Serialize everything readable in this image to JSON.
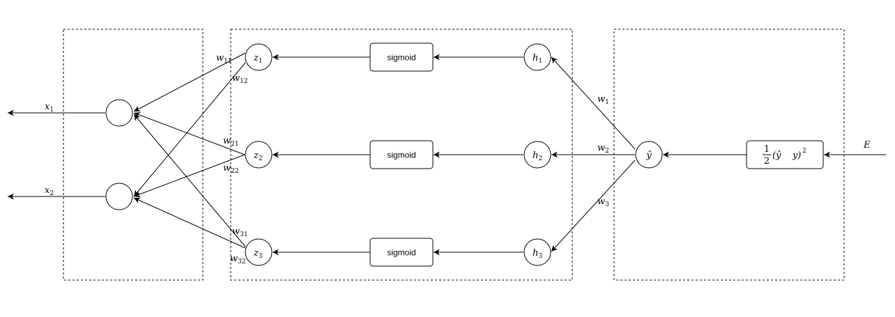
{
  "inputs": {
    "x1": {
      "sym": "x",
      "sub": "1"
    },
    "x2": {
      "sym": "x",
      "sub": "2"
    }
  },
  "z_nodes": [
    {
      "sym": "z",
      "sub": "1"
    },
    {
      "sym": "z",
      "sub": "2"
    },
    {
      "sym": "z",
      "sub": "3"
    }
  ],
  "h_nodes": [
    {
      "sym": "h",
      "sub": "1"
    },
    {
      "sym": "h",
      "sub": "2"
    },
    {
      "sym": "h",
      "sub": "3"
    }
  ],
  "sigmoid_label": "sigmoid",
  "weights_in": [
    {
      "sym": "w",
      "sub": "11"
    },
    {
      "sym": "w",
      "sub": "12"
    },
    {
      "sym": "w",
      "sub": "21"
    },
    {
      "sym": "w",
      "sub": "22"
    },
    {
      "sym": "w",
      "sub": "31"
    },
    {
      "sym": "w",
      "sub": "32"
    }
  ],
  "weights_out": [
    {
      "sym": "w",
      "sub": "1"
    },
    {
      "sym": "w",
      "sub": "2"
    },
    {
      "sym": "w",
      "sub": "3"
    }
  ],
  "output_node": "ŷ",
  "loss": {
    "num": "1",
    "den": "2",
    "body": "(ŷ    y)",
    "exp": "2"
  },
  "error_label": "E"
}
